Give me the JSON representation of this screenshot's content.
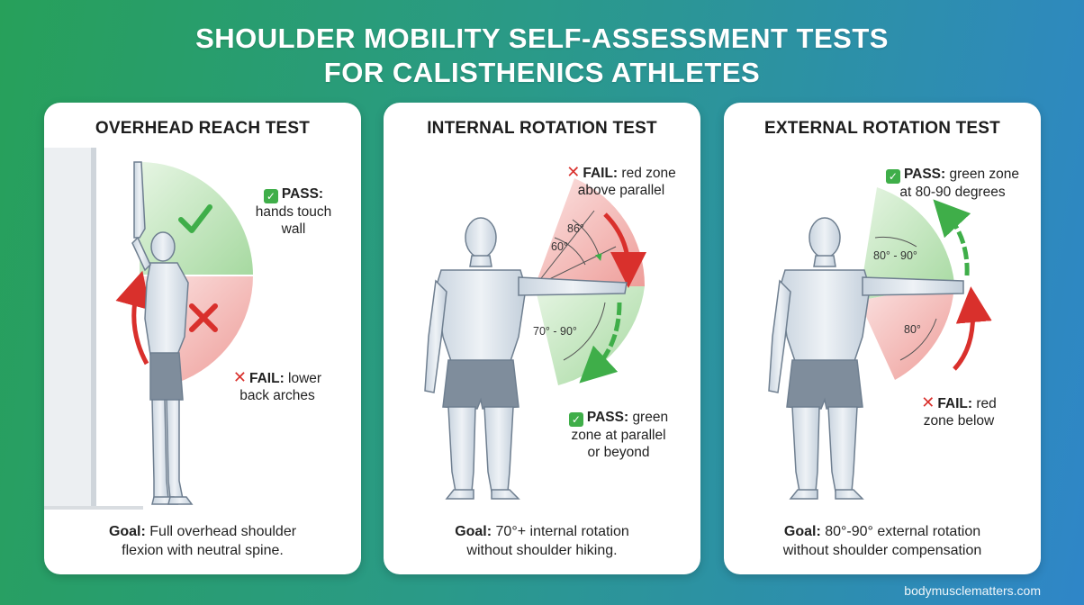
{
  "title": {
    "line1": "SHOULDER MOBILITY SELF-ASSESSMENT TESTS",
    "line2": "FOR CALISTHENICS ATHLETES"
  },
  "cards": [
    {
      "title": "OVERHEAD REACH TEST",
      "pass_label": "PASS:",
      "pass_text_1": "hands touch",
      "pass_text_2": "wall",
      "fail_label": "FAIL:",
      "fail_text_1": "lower",
      "fail_text_2": "back arches",
      "goal_label": "Goal:",
      "goal_text_1": "Full overhead shoulder",
      "goal_text_2": "flexion with neutral spine."
    },
    {
      "title": "INTERNAL ROTATION TEST",
      "fail_label": "FAIL:",
      "fail_text_1": "red zone",
      "fail_text_2": "above parallel",
      "angle_86": "86°",
      "angle_60": "60°",
      "angle_range": "70° - 90°",
      "pass_label": "PASS:",
      "pass_text_1": "green",
      "pass_text_2": "zone at parallel",
      "pass_text_3": "or beyond",
      "goal_label": "Goal:",
      "goal_text_1": "70°+ internal rotation",
      "goal_text_2": "without shoulder hiking."
    },
    {
      "title": "EXTERNAL ROTATION TEST",
      "pass_label": "PASS:",
      "pass_text_1": "green zone",
      "pass_text_2": "at 80-90 degrees",
      "angle_range": "80° - 90°",
      "angle_80": "80°",
      "fail_label": "FAIL:",
      "fail_text_1": "red",
      "fail_text_2": "zone below",
      "goal_label": "Goal:",
      "goal_text_1": "80°-90° external rotation",
      "goal_text_2": "without shoulder compensation"
    }
  ],
  "colors": {
    "pass_green": "#3fae49",
    "fail_red": "#d9302c",
    "zone_green": "#cdebc9",
    "zone_red": "#f6c6c4"
  },
  "icons": [
    "check-icon",
    "x-icon",
    "arrow-icon"
  ],
  "watermark": "bodymusclematters.com"
}
